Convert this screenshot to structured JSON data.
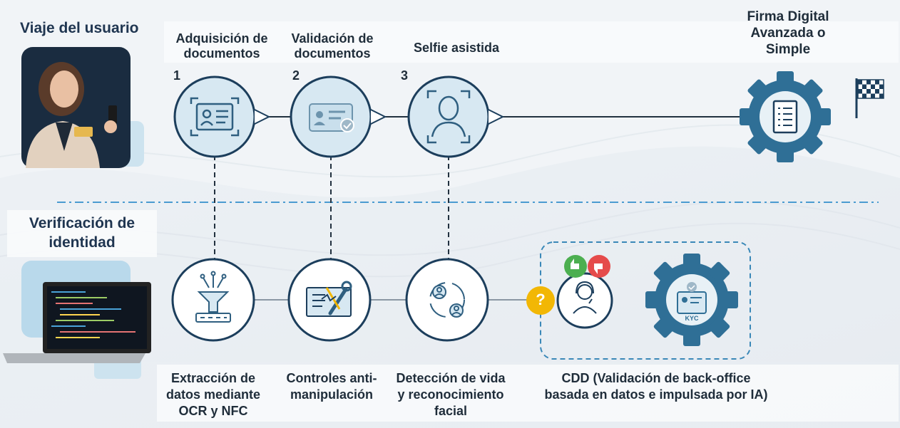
{
  "sections": {
    "journey": "Viaje del usuario",
    "verification_line1": "Verificación de",
    "verification_line2": "identidad"
  },
  "journey_steps": [
    {
      "number": "1",
      "title_line1": "Adquisición de",
      "title_line2": "documentos",
      "icon": "id-card-scan-icon"
    },
    {
      "number": "2",
      "title_line1": "Validación de",
      "title_line2": "documentos",
      "icon": "id-card-check-icon"
    },
    {
      "number": "3",
      "title_line1": "Selfie asistida",
      "title_line2": "",
      "icon": "face-scan-icon"
    }
  ],
  "final_step": {
    "title_line1": "Firma Digital",
    "title_line2": "Avanzada o",
    "title_line3": "Simple",
    "icon": "gear-document-icon",
    "flag_icon": "checkered-flag-icon"
  },
  "verification_steps": [
    {
      "line1": "Extracción de",
      "line2": "datos mediante",
      "line3": "OCR y NFC",
      "icon": "funnel-data-icon"
    },
    {
      "line1": "Controles anti-",
      "line2": "manipulación",
      "line3": "",
      "icon": "tamper-tools-icon"
    },
    {
      "line1": "Detección de vida",
      "line2": "y reconocimiento",
      "line3": "facial",
      "icon": "people-network-icon"
    }
  ],
  "cdd": {
    "line1": "CDD (Validación de back-office",
    "line2": "basada en datos e impulsada por IA)",
    "question_mark": "?",
    "kyc_label": "KYC",
    "icons": [
      "question-icon",
      "agent-icon",
      "thumbs-up-icon",
      "thumbs-down-icon",
      "gear-kyc-icon"
    ]
  },
  "colors": {
    "circle_fill": "#d7e8f2",
    "circle_stroke": "#1c3e5c",
    "gear": "#2f6f96",
    "divider": "#4a9bd1",
    "question": "#f2b705",
    "thumbs_up": "#4caf50",
    "thumbs_down": "#e54b4b"
  }
}
